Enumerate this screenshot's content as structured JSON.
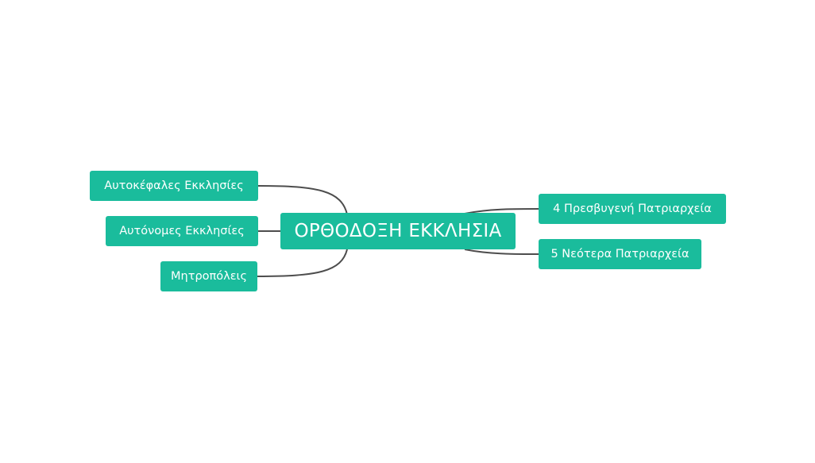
{
  "mindmap": {
    "root": {
      "label": "ΟΡΘΟΔΟΞΗ ΕΚΚΛΗΣΙΑ"
    },
    "left_branches": [
      {
        "label": "Αυτοκέφαλες Εκκλησίες"
      },
      {
        "label": "Αυτόνομες Εκκλησίες"
      },
      {
        "label": "Μητροπόλεις"
      }
    ],
    "right_branches": [
      {
        "label": "4 Πρεσβυγενή Πατριαρχεία"
      },
      {
        "label": "5 Νεότερα Πατριαρχεία"
      }
    ]
  },
  "colors": {
    "node_fill": "#1abc9c",
    "node_text": "#ffffff",
    "connector": "#4d4d4d",
    "background": "#ffffff"
  }
}
